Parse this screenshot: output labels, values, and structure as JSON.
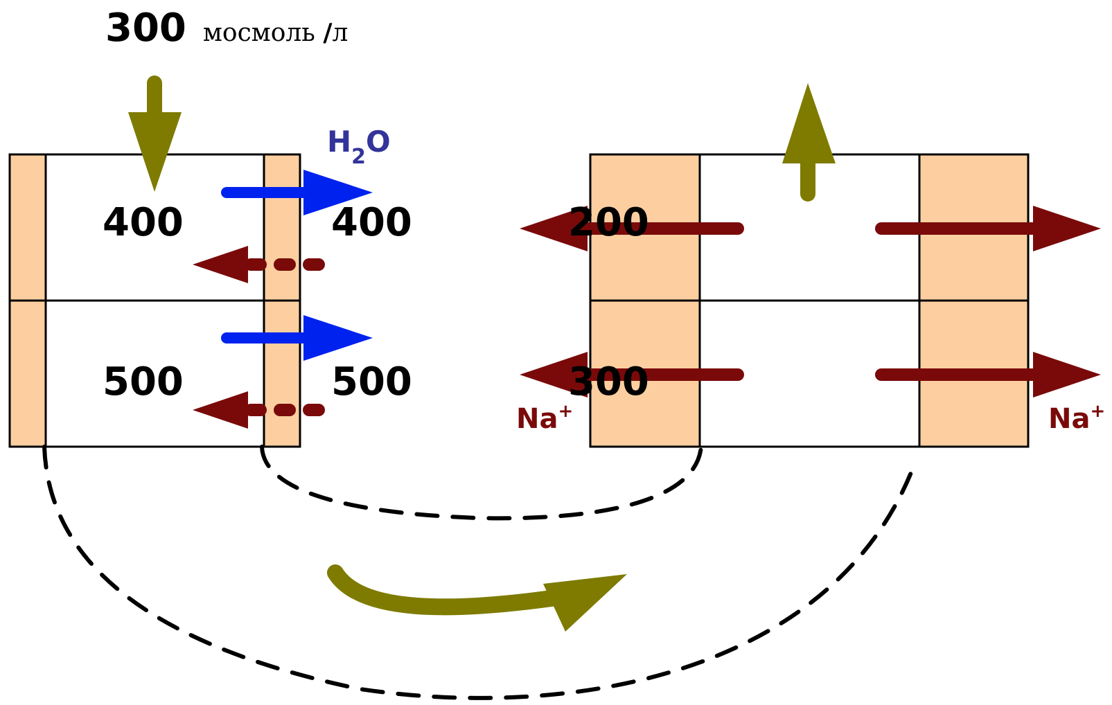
{
  "colors": {
    "wall": "#fdcfa0",
    "outline": "#000000",
    "olive": "#7e7b00",
    "water": "#0022ee",
    "sodium": "#7a0a0a",
    "h2o_text": "#33339a"
  },
  "inflow": {
    "value": "300",
    "unit_text": "мосмоль ",
    "unit_slash": "/",
    "unit_tail": "л"
  },
  "water_label": {
    "h": "H",
    "sub": "2",
    "o": "O"
  },
  "left_tube": {
    "upper_inside": "400",
    "upper_outside": "400",
    "lower_inside": "500",
    "lower_outside": "500"
  },
  "right_tube": {
    "upper_value": "200",
    "lower_value": "300",
    "sodium_left": {
      "base": "Na",
      "sup": "+"
    },
    "sodium_right": {
      "base": "Na",
      "sup": "+"
    }
  }
}
